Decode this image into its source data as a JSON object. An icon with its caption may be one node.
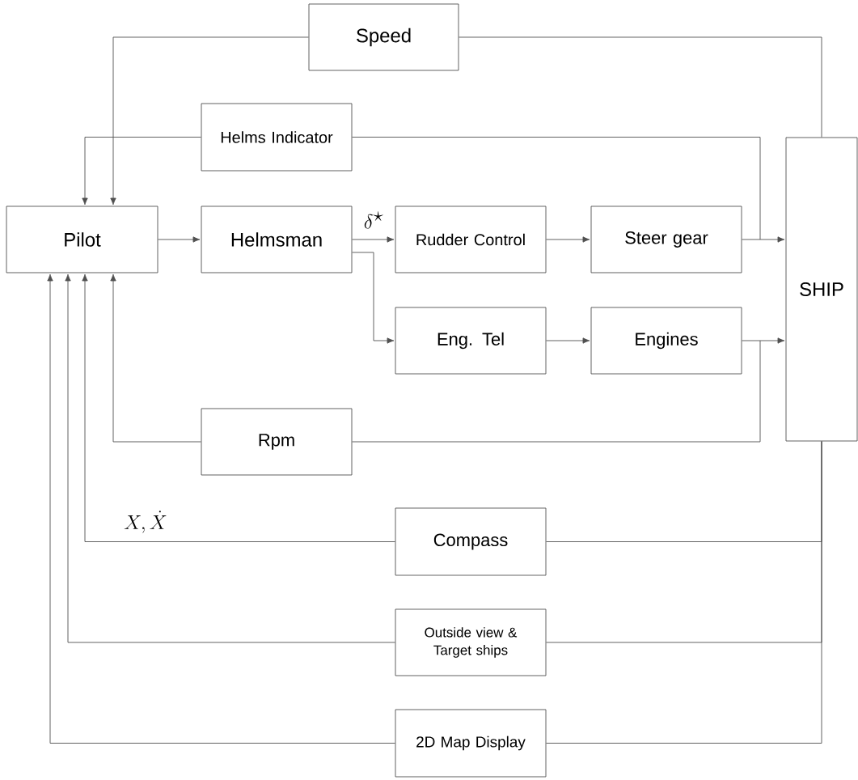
{
  "diagram": {
    "nodes": [
      {
        "text": [
          "Speed"
        ]
      },
      {
        "text": [
          "Helms Indicator"
        ]
      },
      {
        "text": [
          "Pilot"
        ]
      },
      {
        "text": [
          "Helmsman"
        ]
      },
      {
        "text": [
          "Rudder Control"
        ]
      },
      {
        "text": [
          "Steer gear"
        ]
      },
      {
        "text": [
          "SHIP"
        ]
      },
      {
        "text": [
          "Eng. Tel"
        ]
      },
      {
        "text": [
          "Engines"
        ]
      },
      {
        "text": [
          "Rpm"
        ]
      },
      {
        "text": [
          "Compass"
        ]
      },
      {
        "text": [
          "Outside view & Target ships"
        ]
      },
      {
        "text": [
          "2D Map Display"
        ]
      }
    ],
    "edges": [
      {
        "from": 2,
        "to": 3,
        "arrow": "to"
      },
      {
        "from": 3,
        "to": 4,
        "arrow": "to",
        "label": "\\delta^{\\star}"
      },
      {
        "from": 3,
        "to": 7,
        "arrow": "to"
      },
      {
        "from": 4,
        "to": 5,
        "arrow": "to"
      },
      {
        "from": 5,
        "to": 6,
        "arrow": "to"
      },
      {
        "from": 7,
        "to": 8,
        "arrow": "to"
      },
      {
        "from": 8,
        "to": 6,
        "arrow": "to"
      },
      {
        "from": 6,
        "to": 0,
        "arrow": "none"
      },
      {
        "from": 0,
        "to": 2,
        "arrow": "to"
      },
      {
        "from": 5,
        "to": 1,
        "arrow": "none"
      },
      {
        "from": 1,
        "to": 2,
        "arrow": "to"
      },
      {
        "from": 8,
        "to": 9,
        "arrow": "none"
      },
      {
        "from": 9,
        "to": 2,
        "arrow": "to"
      },
      {
        "from": 6,
        "to": 10,
        "arrow": "none"
      },
      {
        "from": 10,
        "to": 2,
        "arrow": "to",
        "label": "X,\\dot{X}"
      },
      {
        "from": 6,
        "to": 11,
        "arrow": "none"
      },
      {
        "from": 11,
        "to": 2,
        "arrow": "to"
      },
      {
        "from": 6,
        "to": 12,
        "arrow": "none"
      },
      {
        "from": 12,
        "to": 2,
        "arrow": "to"
      }
    ]
  }
}
